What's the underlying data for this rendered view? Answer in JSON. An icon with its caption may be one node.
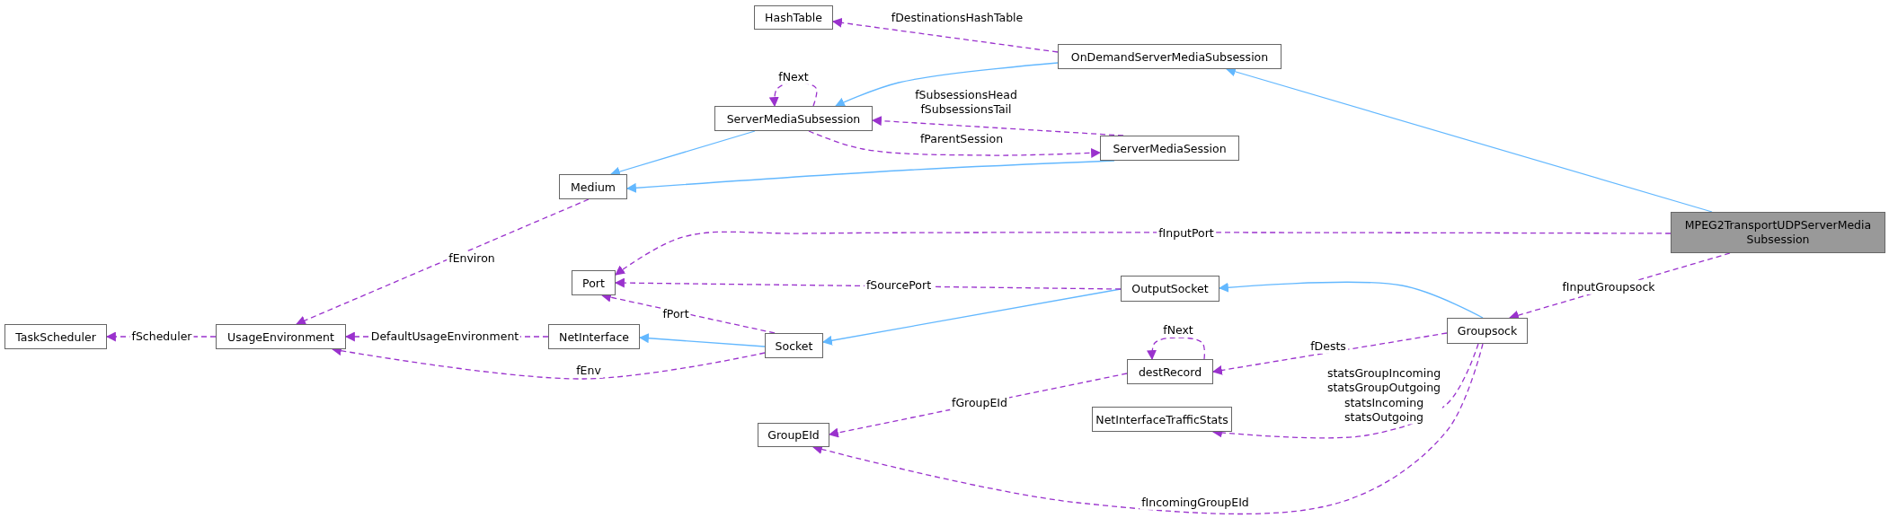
{
  "diagram": {
    "nodes": [
      {
        "text": [
          "HashTable"
        ]
      },
      {
        "text": [
          "OnDemandServerMediaSubsession"
        ]
      },
      {
        "text": [
          "ServerMediaSubsession"
        ]
      },
      {
        "text": [
          "ServerMediaSession"
        ]
      },
      {
        "text": [
          "Medium"
        ]
      },
      {
        "text": [
          "MPEG2TransportUDPServerMedia Subsession"
        ]
      },
      {
        "text": [
          "Port"
        ]
      },
      {
        "text": [
          "OutputSocket"
        ]
      },
      {
        "text": [
          "TaskScheduler"
        ]
      },
      {
        "text": [
          "UsageEnvironment"
        ]
      },
      {
        "text": [
          "NetInterface"
        ]
      },
      {
        "text": [
          "Socket"
        ]
      },
      {
        "text": [
          "Groupsock"
        ]
      },
      {
        "text": [
          "destRecord"
        ]
      },
      {
        "text": [
          "NetInterfaceTrafficStats"
        ]
      },
      {
        "text": [
          "GroupEId"
        ]
      }
    ],
    "edges": [
      {
        "from": 1,
        "to": 2,
        "arrow": "to",
        "color": "#63b8ff"
      },
      {
        "from": 5,
        "to": 1,
        "arrow": "to",
        "color": "#63b8ff"
      },
      {
        "from": 2,
        "to": 4,
        "arrow": "to",
        "color": "#63b8ff"
      },
      {
        "from": 3,
        "to": 4,
        "arrow": "to",
        "color": "#63b8ff"
      },
      {
        "from": 11,
        "to": 10,
        "arrow": "to",
        "color": "#63b8ff"
      },
      {
        "from": 7,
        "to": 11,
        "arrow": "to",
        "color": "#63b8ff"
      },
      {
        "from": 12,
        "to": 7,
        "arrow": "to",
        "color": "#63b8ff"
      },
      {
        "from": 1,
        "to": 0,
        "arrow": "to",
        "style": "dashed",
        "label": "fDestinationsHashTable"
      },
      {
        "from": 2,
        "to": 2,
        "arrow": "to",
        "style": "dashed",
        "label": "fNext"
      },
      {
        "from": 3,
        "to": 2,
        "arrow": "to",
        "style": "dashed",
        "label": "fSubsessionsHead fSubsessionsTail"
      },
      {
        "from": 2,
        "to": 3,
        "arrow": "to",
        "style": "dashed",
        "label": "fParentSession"
      },
      {
        "from": 4,
        "to": 9,
        "arrow": "to",
        "style": "dashed",
        "label": "fEnviron"
      },
      {
        "from": 5,
        "to": 6,
        "arrow": "to",
        "style": "dashed",
        "label": "fInputPort"
      },
      {
        "from": 7,
        "to": 6,
        "arrow": "to",
        "style": "dashed",
        "label": "fSourcePort"
      },
      {
        "from": 11,
        "to": 6,
        "arrow": "to",
        "style": "dashed",
        "label": "fPort"
      },
      {
        "from": 9,
        "to": 8,
        "arrow": "to",
        "style": "dashed",
        "label": "fScheduler"
      },
      {
        "from": 10,
        "to": 9,
        "arrow": "to",
        "style": "dashed",
        "label": "DefaultUsageEnvironment"
      },
      {
        "from": 11,
        "to": 9,
        "arrow": "to",
        "style": "dashed",
        "label": "fEnv"
      },
      {
        "from": 5,
        "to": 12,
        "arrow": "to",
        "style": "dashed",
        "label": "fInputGroupsock"
      },
      {
        "from": 12,
        "to": 13,
        "arrow": "to",
        "style": "dashed",
        "label": "fDests"
      },
      {
        "from": 13,
        "to": 13,
        "arrow": "to",
        "style": "dashed",
        "label": "fNext"
      },
      {
        "from": 13,
        "to": 15,
        "arrow": "to",
        "style": "dashed",
        "label": "fGroupEId"
      },
      {
        "from": 12,
        "to": 14,
        "arrow": "to",
        "style": "dashed",
        "label": "statsGroupIncoming statsGroupOutgoing statsIncoming statsOutgoing"
      },
      {
        "from": 12,
        "to": 15,
        "arrow": "to",
        "style": "dashed",
        "label": "fIncomingGroupEId"
      }
    ]
  }
}
